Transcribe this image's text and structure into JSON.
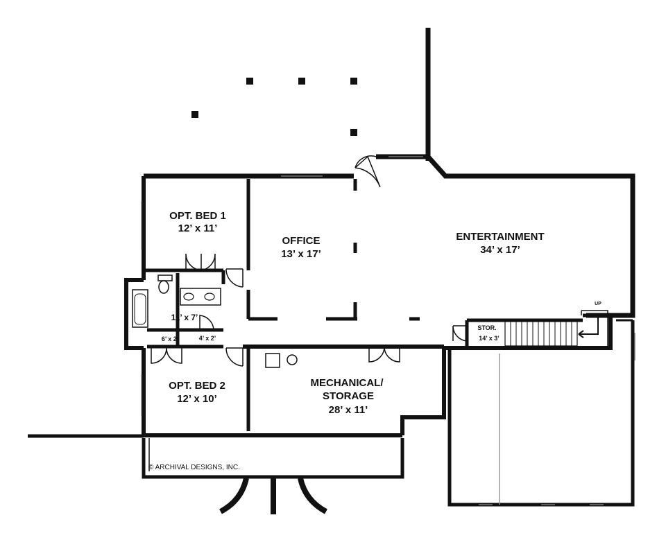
{
  "plan": {
    "copyright": "© ARCHIVAL DESIGNS, INC.",
    "stair_label": "UP",
    "rooms": [
      {
        "id": "opt-bed-1",
        "name": "OPT. BED 1",
        "size": "12’ x 11’"
      },
      {
        "id": "office",
        "name": "OFFICE",
        "size": "13’ x 17’"
      },
      {
        "id": "entertainment",
        "name": "ENTERTAINMENT",
        "size": "34’ x 17’"
      },
      {
        "id": "bath",
        "name": "",
        "size": "11’ x 7’"
      },
      {
        "id": "closet-a",
        "name": "",
        "size": "6’ x 2’"
      },
      {
        "id": "closet-b",
        "name": "",
        "size": "4’ x 2’"
      },
      {
        "id": "storage-small",
        "name": "STOR.",
        "size": "14’ x 3’"
      },
      {
        "id": "opt-bed-2",
        "name": "OPT. BED 2",
        "size": "12’ x 10’"
      },
      {
        "id": "mechanical",
        "name": "MECHANICAL/",
        "name2": "STORAGE",
        "size": "28’ x 11’"
      }
    ]
  },
  "colors": {
    "wall": "#111111",
    "paper": "#ffffff",
    "thin": "#555555"
  }
}
